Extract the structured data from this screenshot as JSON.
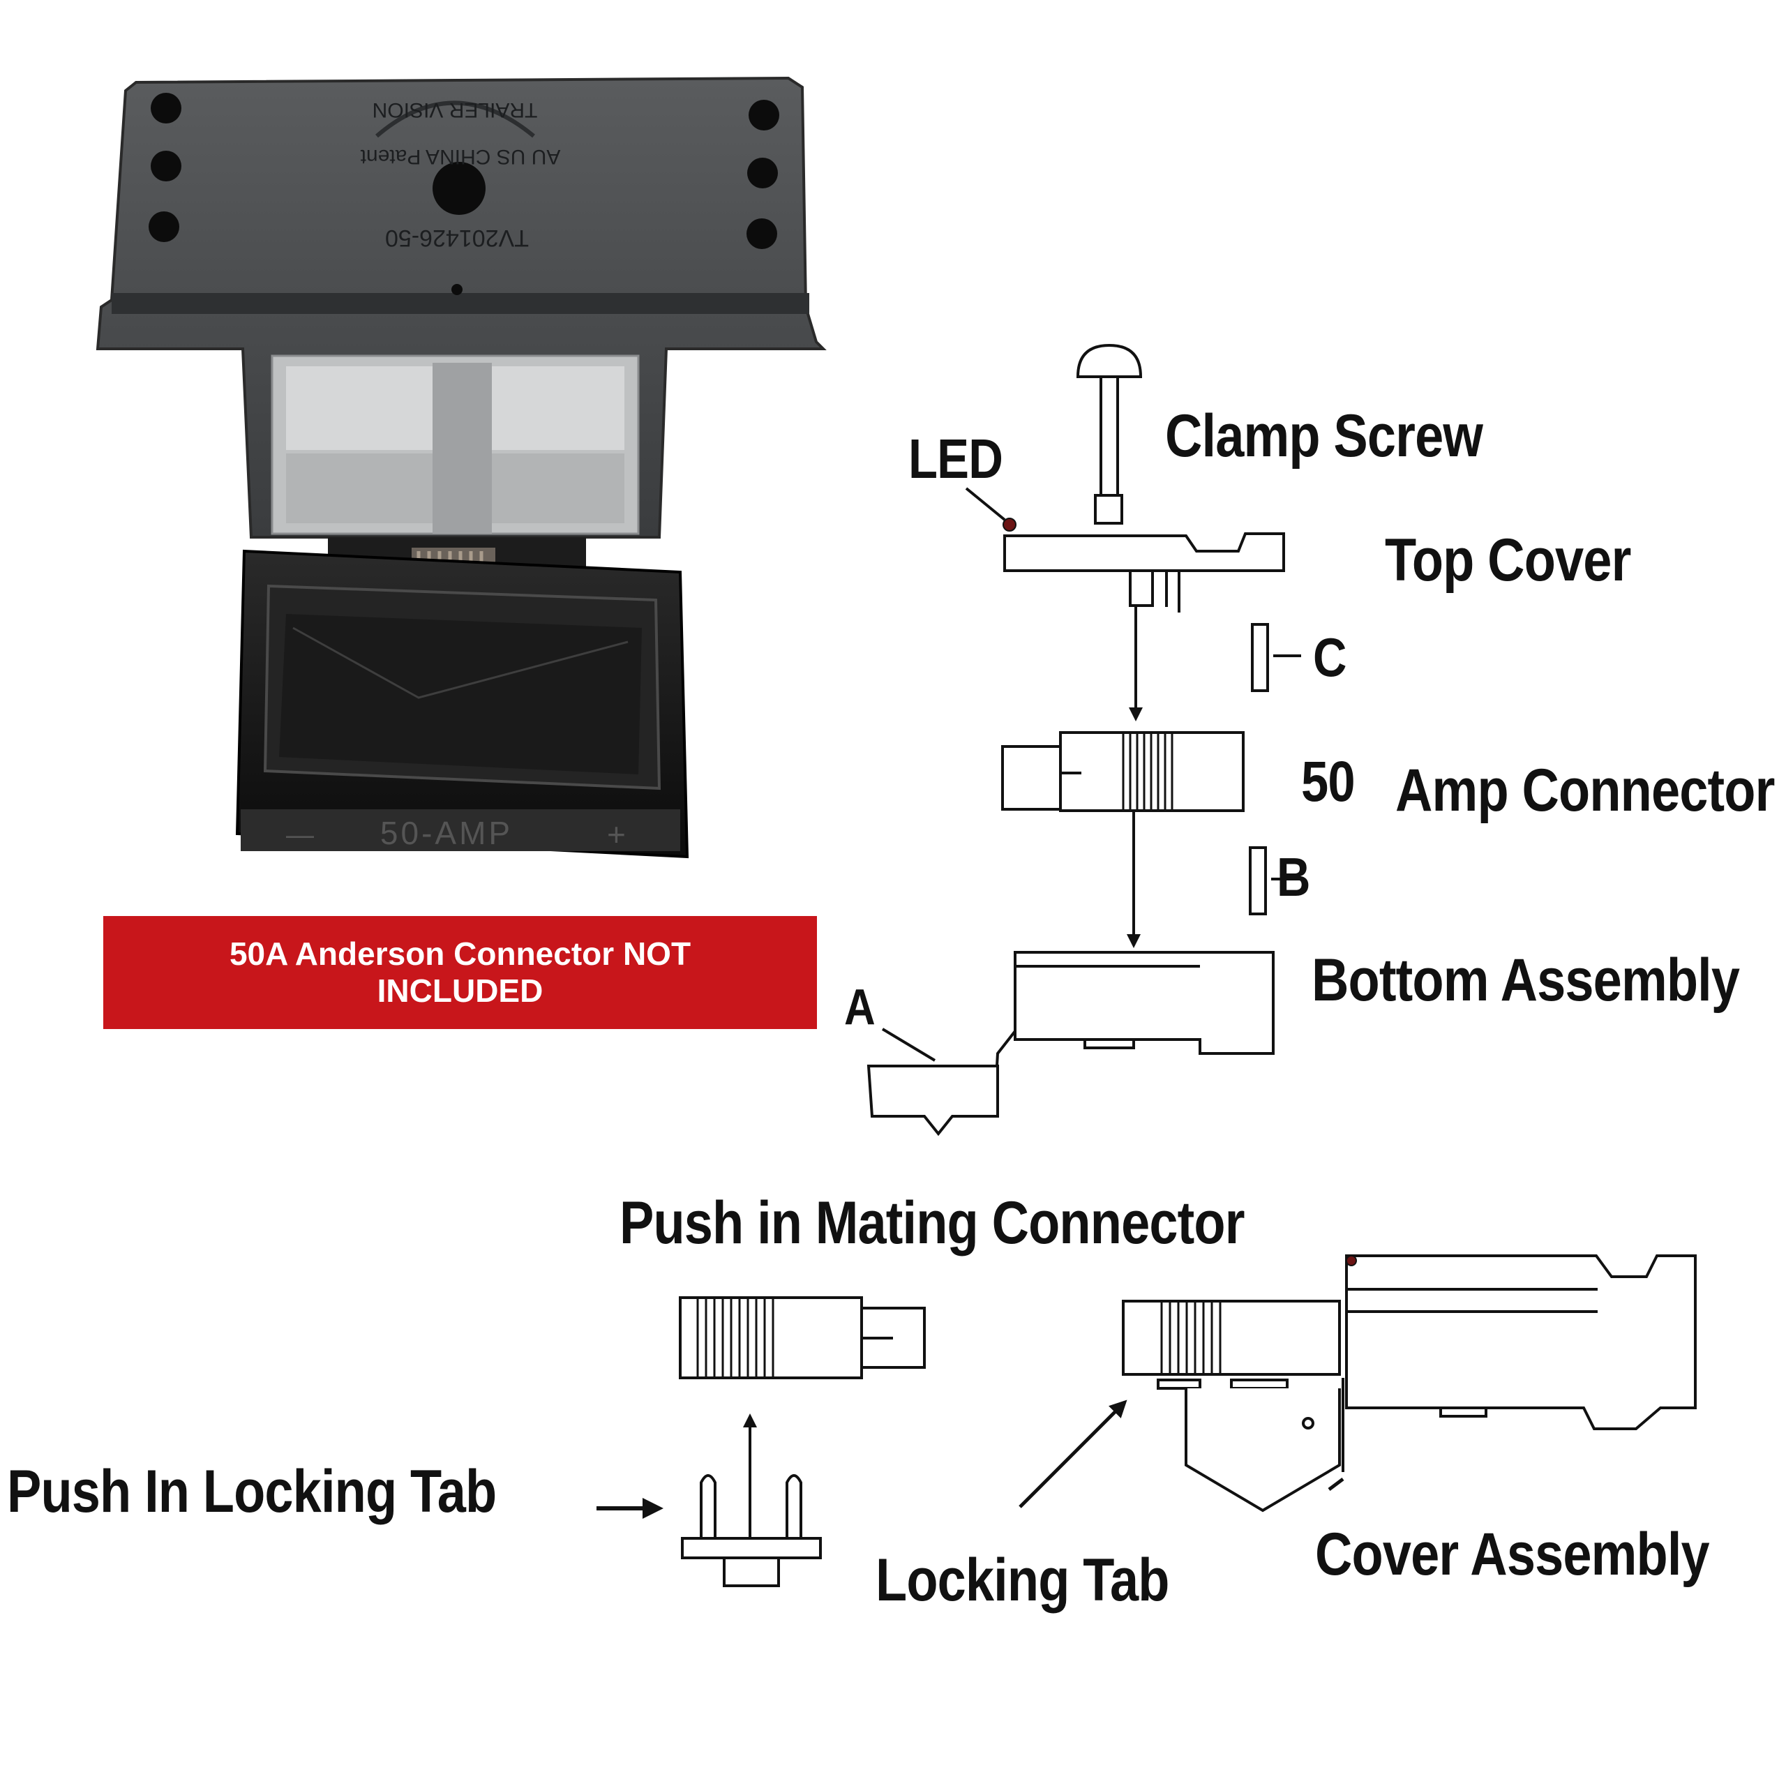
{
  "product": {
    "emboss_logo": "TRAILER VISION",
    "emboss_patent": "AU US CHINA Patent",
    "emboss_model": "TV201426-50",
    "flap_marking": "50-AMP",
    "flap_minus": "—",
    "flap_plus": "+"
  },
  "notice": {
    "line1": "50A Anderson Connector NOT",
    "line2": "INCLUDED",
    "color": "#c8161b"
  },
  "labels": {
    "clamp_screw": "Clamp Screw",
    "led": "LED",
    "top_cover": "Top Cover",
    "c": "C",
    "amp_number": "50",
    "amp_connector": "Amp Connector",
    "b": "B",
    "bottom_assembly": "Bottom Assembly",
    "a": "A",
    "push_mating": "Push in Mating Connector",
    "push_locking_tab": "Push In Locking Tab",
    "locking_tab": "Locking Tab",
    "cover_assembly": "Cover Assembly"
  }
}
